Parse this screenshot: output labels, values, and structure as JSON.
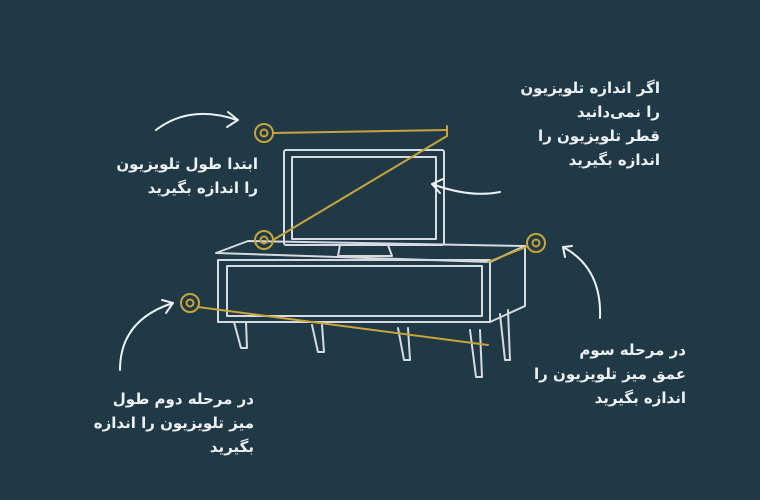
{
  "colors": {
    "background": "#1f3947",
    "furniture_stroke": "#d7dbe0",
    "measure_accent": "#c9a43a",
    "text": "#eef1f3"
  },
  "icons": {
    "marker": "target-ring-icon",
    "pointer": "curved-arrow-icon"
  },
  "captions": {
    "tv_width": {
      "lines": [
        "ابتدا طول تلویزیون",
        "را اندازه بگیرید"
      ]
    },
    "tv_diagonal": {
      "lines": [
        "اگر اندازه تلویزیون",
        "را نمی‌دانید",
        "قطر تلویزیون را",
        "اندازه بگیرید"
      ]
    },
    "stand_length": {
      "lines": [
        "در مرحله دوم طول",
        "میز تلویزیون را اندازه",
        "بگیرید"
      ]
    },
    "stand_depth": {
      "lines": [
        "در مرحله سوم",
        "عمق میز تلویزیون را",
        "اندازه بگیرید"
      ]
    }
  }
}
